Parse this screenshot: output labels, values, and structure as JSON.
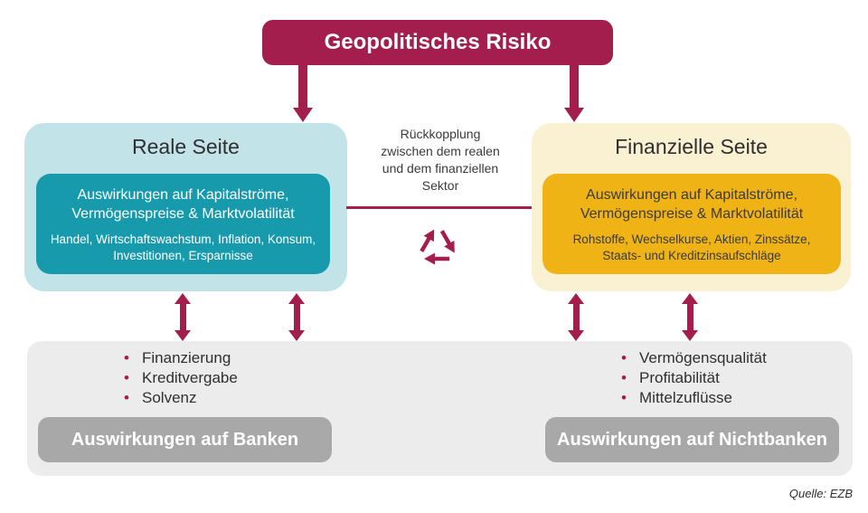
{
  "diagram": {
    "title": "Geopolitisches Risiko",
    "feedback_label": "Rückkopplung zwischen dem realen und dem finanziellen Sektor",
    "real_side": {
      "title": "Reale Seite",
      "impact_heading": "Auswirkungen auf Kapitalströme, Vermögenspreise & Marktvolatilität",
      "impact_items": "Handel, Wirtschaftswachstum, Inflation, Konsum, Investitionen, Ersparnisse"
    },
    "financial_side": {
      "title": "Finanzielle Seite",
      "impact_heading": "Auswirkungen auf Kapitalströme, Vermögenspreise & Marktvolatilität",
      "impact_items": "Rohstoffe, Wechselkurse, Aktien, Zinssätze, Staats- und Kreditzinsaufschläge"
    },
    "banks": {
      "bullets": [
        "Finanzierung",
        "Kreditvergabe",
        "Solvenz"
      ],
      "label": "Auswirkungen auf Banken"
    },
    "nonbanks": {
      "bullets": [
        "Vermögensqualität",
        "Profitabilität",
        "Mittelzuflüsse"
      ],
      "label": "Auswirkungen auf Nichtbanken"
    },
    "source": "Quelle: EZB",
    "icons": {
      "recycle": "recycle-icon"
    },
    "colors": {
      "maroon": "#a31e4c",
      "teal_light": "#c2e4e9",
      "teal_dark": "#189aad",
      "cream_light": "#faf0d2",
      "orange": "#f0b316",
      "panel_gray": "#ececec",
      "label_gray": "#a8a8a8",
      "text_dark": "#2f2f2f"
    }
  }
}
